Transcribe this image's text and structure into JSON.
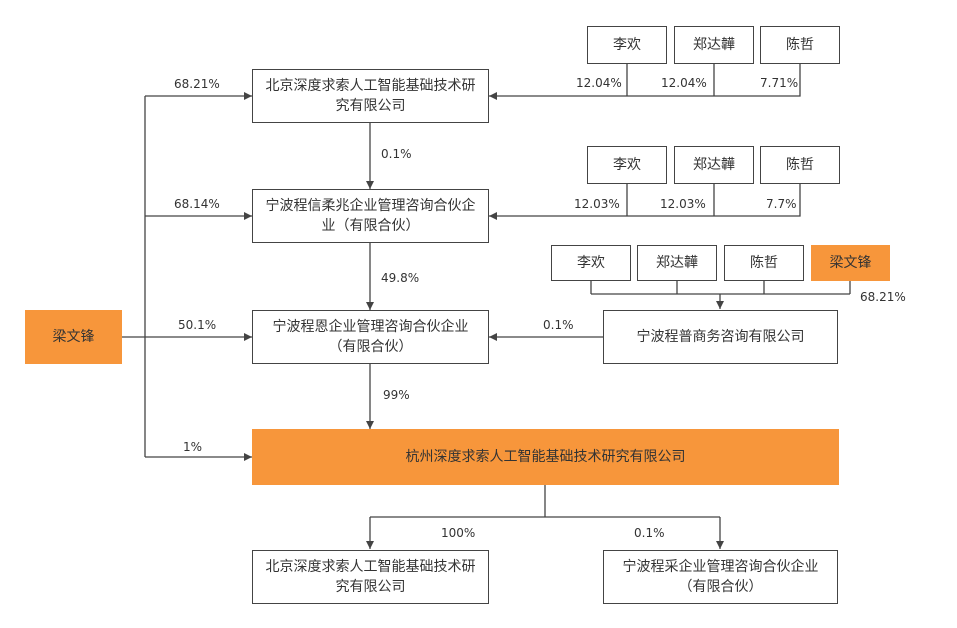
{
  "colors": {
    "highlight": "#f7963b",
    "stroke": "#444444"
  },
  "nodes": {
    "li1": "李欢",
    "zheng1": "郑达韡",
    "chen1": "陈哲",
    "bj1": "北京深度求索人工智能基础技术研究有限公司",
    "li2": "李欢",
    "zheng2": "郑达韡",
    "chen2": "陈哲",
    "xin": "宁波程信柔兆企业管理咨询合伙企业（有限合伙）",
    "li3": "李欢",
    "zheng3": "郑达韡",
    "chen3": "陈哲",
    "liang2": "梁文锋",
    "pu": "宁波程普商务咨询有限公司",
    "en": "宁波程恩企业管理咨询合伙企业（有限合伙）",
    "liang": "梁文锋",
    "hz": "杭州深度求索人工智能基础技术研究有限公司",
    "bj2": "北京深度求索人工智能基础技术研究有限公司",
    "cai": "宁波程采企业管理咨询合伙企业（有限合伙）"
  },
  "labels": {
    "l_bj1": "68.21%",
    "l_xin": "68.14%",
    "l_en": "50.1%",
    "l_hz": "1%",
    "li1_pct": "12.04%",
    "zheng1_pct": "12.04%",
    "chen1_pct": "7.71%",
    "bj1_xin": "0.1%",
    "li2_pct": "12.03%",
    "zheng2_pct": "12.03%",
    "chen2_pct": "7.7%",
    "xin_en": "49.8%",
    "liang2_pu": "68.21%",
    "pu_en": "0.1%",
    "en_hz": "99%",
    "hz_bj2": "100%",
    "hz_cai": "0.1%"
  }
}
